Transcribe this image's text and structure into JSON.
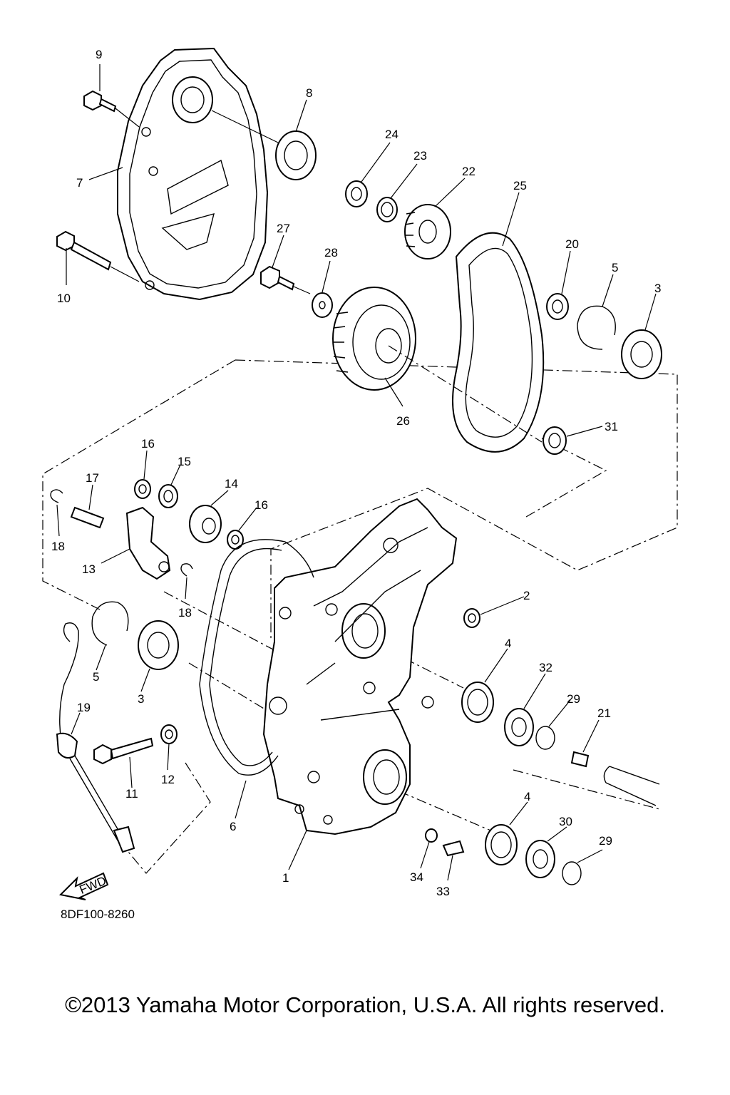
{
  "diagram": {
    "part_numbers": [
      "1",
      "2",
      "3",
      "3",
      "4",
      "4",
      "5",
      "5",
      "6",
      "7",
      "8",
      "9",
      "10",
      "11",
      "12",
      "13",
      "14",
      "15",
      "16",
      "16",
      "17",
      "18",
      "18",
      "19",
      "20",
      "21",
      "22",
      "23",
      "24",
      "25",
      "26",
      "27",
      "28",
      "29",
      "29",
      "30",
      "31",
      "32",
      "33",
      "34"
    ],
    "fwd_label": "FWD",
    "drawing_code": "8DF100-8260"
  },
  "footer": {
    "copyright": "©2013 Yamaha Motor Corporation, U.S.A. All rights reserved."
  }
}
